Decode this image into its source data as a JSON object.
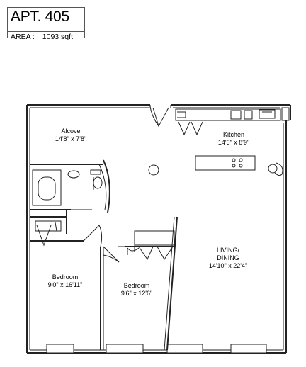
{
  "header": {
    "apt_title": "APT. 405",
    "area_label": "AREA :",
    "area_value": "1093 sqft"
  },
  "rooms": [
    {
      "name": "Alcove",
      "dims": "14'8\" x 7'8\""
    },
    {
      "name": "Kitchen",
      "dims": "14'6\" x 8'9\""
    },
    {
      "name": "LIVING/",
      "name2": "DINING",
      "dims": "14'10\" x 22'4\""
    },
    {
      "name": "Bedroom",
      "dims": "9'0\" x 16'11\""
    },
    {
      "name": "Bedroom",
      "dims": "9'6\" x 12'6\""
    }
  ]
}
